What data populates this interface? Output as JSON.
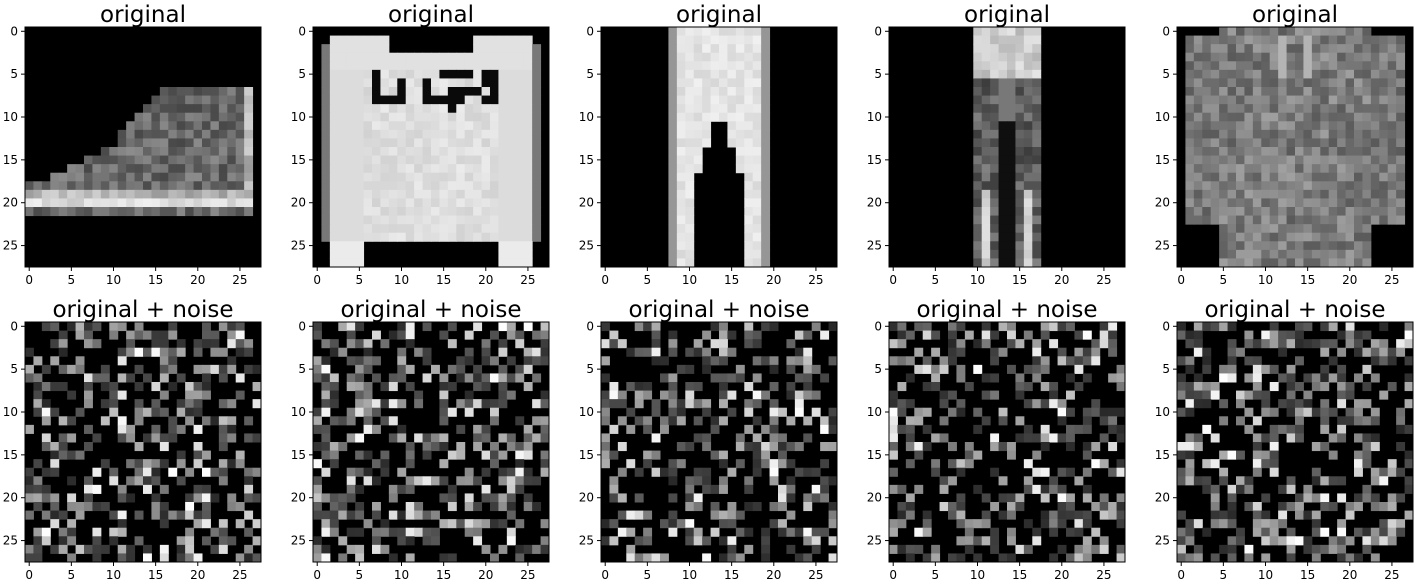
{
  "chart_data": [
    {
      "type": "heatmap",
      "title": "original",
      "item": "ankle-boot",
      "xlim": [
        0,
        27
      ],
      "ylim": [
        27,
        0
      ],
      "xticks": [
        0,
        5,
        10,
        15,
        20,
        25
      ],
      "yticks": [
        0,
        5,
        10,
        15,
        20,
        25
      ],
      "colormap": "gray",
      "image_size": [
        28,
        28
      ]
    },
    {
      "type": "heatmap",
      "title": "original",
      "item": "pullover",
      "xlim": [
        0,
        27
      ],
      "ylim": [
        27,
        0
      ],
      "xticks": [
        0,
        5,
        10,
        15,
        20,
        25
      ],
      "yticks": [
        0,
        5,
        10,
        15,
        20,
        25
      ],
      "colormap": "gray",
      "image_size": [
        28,
        28
      ]
    },
    {
      "type": "heatmap",
      "title": "original",
      "item": "trouser",
      "xlim": [
        0,
        27
      ],
      "ylim": [
        27,
        0
      ],
      "xticks": [
        0,
        5,
        10,
        15,
        20,
        25
      ],
      "yticks": [
        0,
        5,
        10,
        15,
        20,
        25
      ],
      "colormap": "gray",
      "image_size": [
        28,
        28
      ]
    },
    {
      "type": "heatmap",
      "title": "original",
      "item": "trouser-narrow",
      "xlim": [
        0,
        27
      ],
      "ylim": [
        27,
        0
      ],
      "xticks": [
        0,
        5,
        10,
        15,
        20,
        25
      ],
      "yticks": [
        0,
        5,
        10,
        15,
        20,
        25
      ],
      "colormap": "gray",
      "image_size": [
        28,
        28
      ]
    },
    {
      "type": "heatmap",
      "title": "original",
      "item": "shirt",
      "xlim": [
        0,
        27
      ],
      "ylim": [
        27,
        0
      ],
      "xticks": [
        0,
        5,
        10,
        15,
        20,
        25
      ],
      "yticks": [
        0,
        5,
        10,
        15,
        20,
        25
      ],
      "colormap": "gray",
      "image_size": [
        28,
        28
      ]
    },
    {
      "type": "heatmap",
      "title": "original + noise",
      "item": "noise",
      "xlim": [
        0,
        27
      ],
      "ylim": [
        27,
        0
      ],
      "xticks": [
        0,
        5,
        10,
        15,
        20,
        25
      ],
      "yticks": [
        0,
        5,
        10,
        15,
        20,
        25
      ],
      "colormap": "gray",
      "image_size": [
        28,
        28
      ]
    },
    {
      "type": "heatmap",
      "title": "original + noise",
      "item": "noise",
      "xlim": [
        0,
        27
      ],
      "ylim": [
        27,
        0
      ],
      "xticks": [
        0,
        5,
        10,
        15,
        20,
        25
      ],
      "yticks": [
        0,
        5,
        10,
        15,
        20,
        25
      ],
      "colormap": "gray",
      "image_size": [
        28,
        28
      ]
    },
    {
      "type": "heatmap",
      "title": "original + noise",
      "item": "noise",
      "xlim": [
        0,
        27
      ],
      "ylim": [
        27,
        0
      ],
      "xticks": [
        0,
        5,
        10,
        15,
        20,
        25
      ],
      "yticks": [
        0,
        5,
        10,
        15,
        20,
        25
      ],
      "colormap": "gray",
      "image_size": [
        28,
        28
      ]
    },
    {
      "type": "heatmap",
      "title": "original + noise",
      "item": "noise",
      "xlim": [
        0,
        27
      ],
      "ylim": [
        27,
        0
      ],
      "xticks": [
        0,
        5,
        10,
        15,
        20,
        25
      ],
      "yticks": [
        0,
        5,
        10,
        15,
        20,
        25
      ],
      "colormap": "gray",
      "image_size": [
        28,
        28
      ]
    },
    {
      "type": "heatmap",
      "title": "original + noise",
      "item": "noise",
      "xlim": [
        0,
        27
      ],
      "ylim": [
        27,
        0
      ],
      "xticks": [
        0,
        5,
        10,
        15,
        20,
        25
      ],
      "yticks": [
        0,
        5,
        10,
        15,
        20,
        25
      ],
      "colormap": "gray",
      "image_size": [
        28,
        28
      ]
    }
  ]
}
